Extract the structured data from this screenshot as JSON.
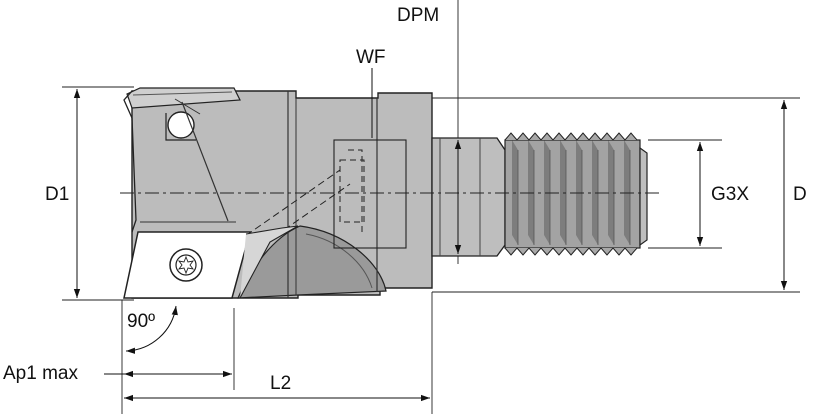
{
  "labels": {
    "dpm": "DPM",
    "wf": "WF",
    "d1": "D1",
    "g3x": "G3X",
    "d": "D",
    "angle": "90º",
    "ap1": "Ap1 max",
    "l2": "L2"
  },
  "colors": {
    "body_gray": "#bdbdbd",
    "body_dark": "#8f8f8f",
    "thread_gray": "#a8a8a8",
    "insert_white": "#ffffff",
    "line": "#111111"
  }
}
